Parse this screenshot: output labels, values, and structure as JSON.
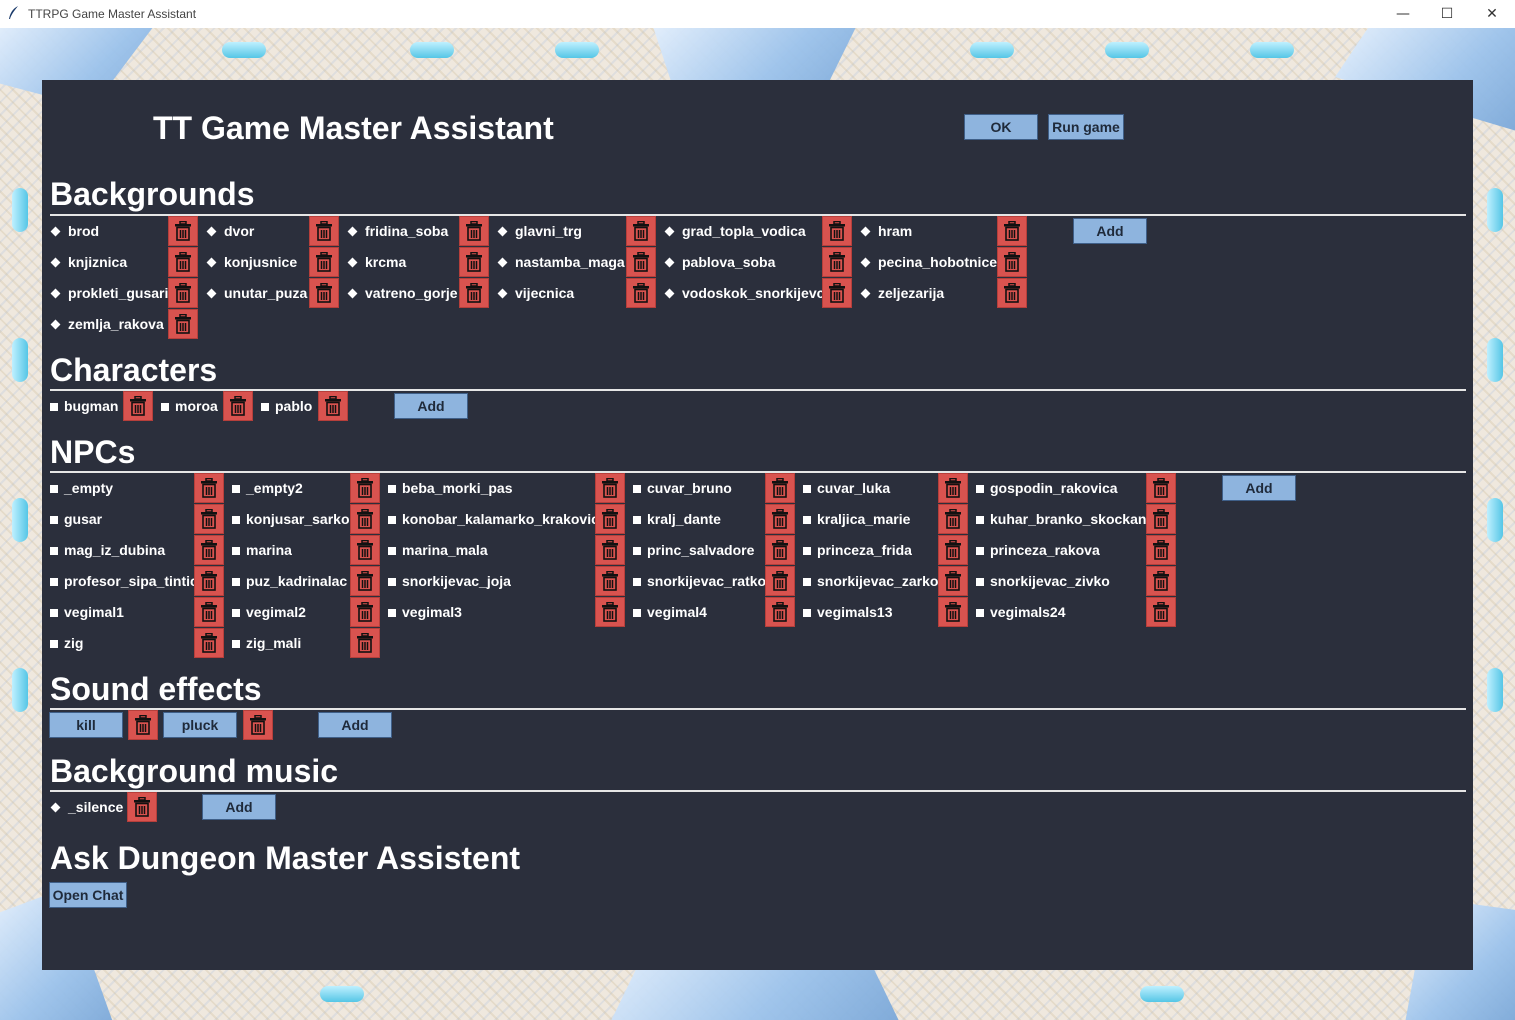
{
  "window": {
    "title": "TTRPG Game Master Assistant",
    "minimize": "—",
    "maximize": "☐",
    "close": "✕"
  },
  "header": {
    "title": "TT Game Master Assistant",
    "ok_label": "OK",
    "run_label": "Run game"
  },
  "backgrounds": {
    "title": "Backgrounds",
    "add_label": "Add",
    "rows": [
      [
        "brod",
        "dvor",
        "fridina_soba",
        "glavni_trg",
        "grad_topla_vodica",
        "hram"
      ],
      [
        "knjiznica",
        "konjusnice",
        "krcma",
        "nastamba_maga",
        "pablova_soba",
        "pecina_hobotnice"
      ],
      [
        "prokleti_gusari",
        "unutar_puza",
        "vatreno_gorje",
        "vijecnica",
        "vodoskok_snorkijevci",
        "zeljezarija"
      ],
      [
        "zemlja_rakova"
      ]
    ]
  },
  "characters": {
    "title": "Characters",
    "add_label": "Add",
    "items": [
      "bugman",
      "moroa",
      "pablo"
    ]
  },
  "npcs": {
    "title": "NPCs",
    "add_label": "Add",
    "rows": [
      [
        "_empty",
        "_empty2",
        "beba_morki_pas",
        "cuvar_bruno",
        "cuvar_luka",
        "gospodin_rakovica"
      ],
      [
        "gusar",
        "konjusar_sarko",
        "konobar_kalamarko_krakovic",
        "kralj_dante",
        "kraljica_marie",
        "kuhar_branko_skockani"
      ],
      [
        "mag_iz_dubina",
        "marina",
        "marina_mala",
        "princ_salvadore",
        "princeza_frida",
        "princeza_rakova"
      ],
      [
        "profesor_sipa_tintic",
        "puz_kadrinalac",
        "snorkijevac_joja",
        "snorkijevac_ratko",
        "snorkijevac_zarko",
        "snorkijevac_zivko"
      ],
      [
        "vegimal1",
        "vegimal2",
        "vegimal3",
        "vegimal4",
        "vegimals13",
        "vegimals24"
      ],
      [
        "zig",
        "zig_mali"
      ]
    ]
  },
  "sound_effects": {
    "title": "Sound effects",
    "add_label": "Add",
    "items": [
      "kill",
      "pluck"
    ]
  },
  "background_music": {
    "title": "Background music",
    "add_label": "Add",
    "items": [
      "_silence"
    ]
  },
  "assistant": {
    "title": "Ask Dungeon Master Assistent",
    "open_chat_label": "Open Chat"
  },
  "colors": {
    "panel": "#2b2f3c",
    "button": "#8eb4de",
    "delete": "#d9534f",
    "text": "#ffffff"
  },
  "icons": {
    "delete": "trash-icon",
    "radio": "diamond-icon",
    "checkbox": "square-icon"
  }
}
